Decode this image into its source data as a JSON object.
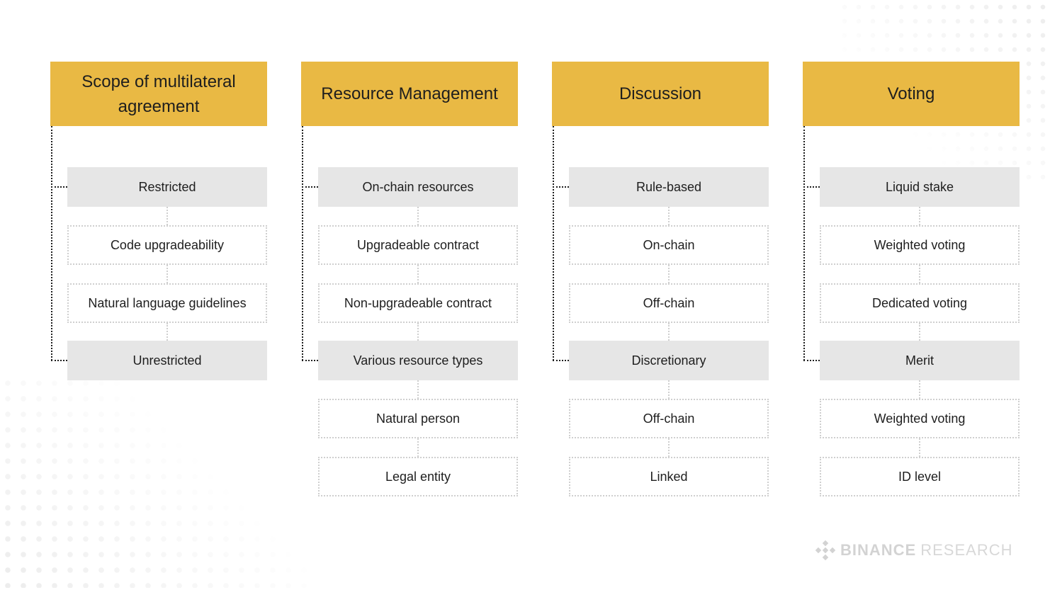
{
  "columns": [
    {
      "title": "Scope of multilateral agreement",
      "nodes": [
        {
          "label": "Restricted",
          "level": "primary"
        },
        {
          "label": "Code upgradeability",
          "level": "secondary"
        },
        {
          "label": "Natural language guidelines",
          "level": "secondary"
        },
        {
          "label": "Unrestricted",
          "level": "primary"
        }
      ]
    },
    {
      "title": "Resource Management",
      "nodes": [
        {
          "label": "On-chain resources",
          "level": "primary"
        },
        {
          "label": "Upgradeable contract",
          "level": "secondary"
        },
        {
          "label": "Non-upgradeable contract",
          "level": "secondary"
        },
        {
          "label": "Various resource types",
          "level": "primary"
        },
        {
          "label": "Natural person",
          "level": "secondary"
        },
        {
          "label": "Legal entity",
          "level": "secondary"
        }
      ]
    },
    {
      "title": "Discussion",
      "nodes": [
        {
          "label": "Rule-based",
          "level": "primary"
        },
        {
          "label": "On-chain",
          "level": "secondary"
        },
        {
          "label": "Off-chain",
          "level": "secondary"
        },
        {
          "label": "Discretionary",
          "level": "primary"
        },
        {
          "label": "Off-chain",
          "level": "secondary"
        },
        {
          "label": "Linked",
          "level": "secondary"
        }
      ]
    },
    {
      "title": "Voting",
      "nodes": [
        {
          "label": "Liquid stake",
          "level": "primary"
        },
        {
          "label": "Weighted voting",
          "level": "secondary"
        },
        {
          "label": "Dedicated voting",
          "level": "secondary"
        },
        {
          "label": "Merit",
          "level": "primary"
        },
        {
          "label": "Weighted voting",
          "level": "secondary"
        },
        {
          "label": "ID level",
          "level": "secondary"
        }
      ]
    }
  ],
  "branding": {
    "logo_icon": "binance-diamond-icon",
    "name": "BINANCE",
    "sub": "RESEARCH"
  },
  "colors": {
    "header": "#e9b944",
    "primary_node": "#e6e6e6",
    "secondary_border": "#cfcfcf",
    "connector": "#1e1e1e",
    "text": "#1e1e1e",
    "watermark": "#d3d3d3"
  }
}
